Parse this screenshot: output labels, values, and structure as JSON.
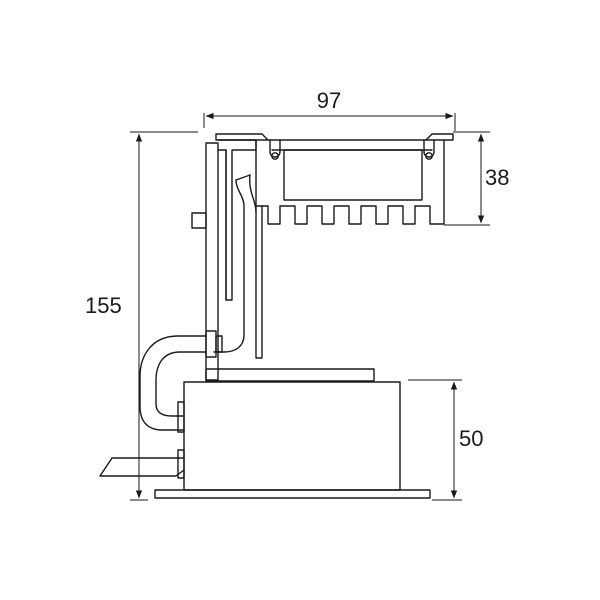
{
  "dimensions": {
    "width": "97",
    "height_heatsink": "38",
    "height_total": "155",
    "height_housing": "50"
  },
  "colors": {
    "line": "#1a1a1a",
    "background": "#ffffff"
  }
}
